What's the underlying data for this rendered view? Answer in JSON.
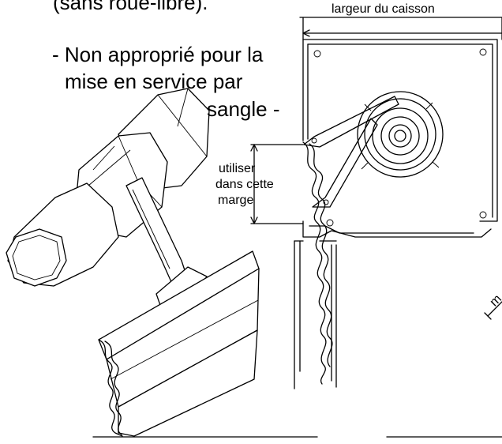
{
  "notes": {
    "line_top": "(sans roue-libre).",
    "line_1": "- Non approprié pour la",
    "line_2": "mise en service par",
    "line_3": "sangle -"
  },
  "dimensions": {
    "box_width_label": "largeur du caisson",
    "margin_label_1": "utiliser",
    "margin_label_2": "dans cette",
    "margin_label_3": "marge"
  },
  "cropped_label": "m"
}
